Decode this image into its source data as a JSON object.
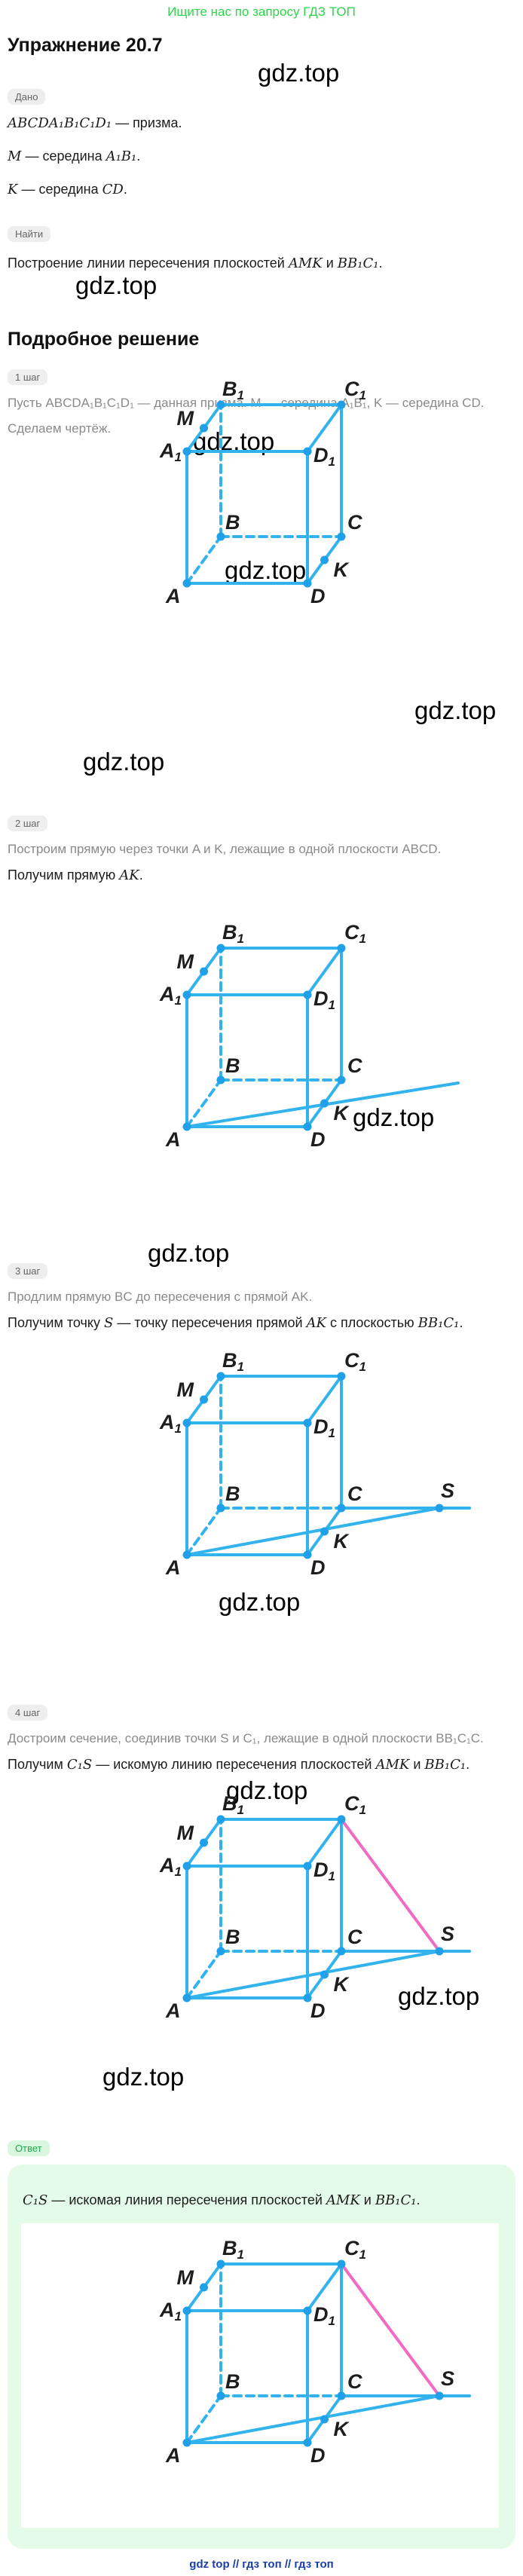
{
  "header": {
    "top_link": "Ищите нас по запросу ГДЗ ТОП",
    "title": "Упражнение 20.7"
  },
  "watermark": "gdz.top",
  "given": {
    "label": "Дано",
    "line1_math": "ABCDA₁B₁C₁D₁",
    "line1_text": " — призма.",
    "line2_math": "M",
    "line2_text": " — середина ",
    "line2_math2": "A₁B₁",
    "line2_end": ".",
    "line3_math": "K",
    "line3_text": " — середина ",
    "line3_math2": "CD",
    "line3_end": "."
  },
  "find": {
    "label": "Найти",
    "text": "Построение линии пересечения плоскостей ",
    "math1": "AMK",
    "and": " и ",
    "math2": "BB₁C₁",
    "end": "."
  },
  "solution_title": "Подробное решение",
  "steps": [
    {
      "label": "1 шаг",
      "gray_line1": "Пусть ABCDA₁B₁C₁D₁ — данная призма. M — середина A₁B₁, K — середина CD.",
      "gray_line2": "Сделаем чертёж."
    },
    {
      "label": "2 шаг",
      "gray_line1": "Построим прямую через точки A и K, лежащие в одной плоскости ABCD.",
      "text_prefix": "Получим прямую ",
      "text_math": "AK",
      "text_end": "."
    },
    {
      "label": "3 шаг",
      "gray_line1": "Продлим прямую BC до пересечения с прямой AK.",
      "text_prefix": "Получим точку ",
      "text_math": "S",
      "text_mid": " — точку пересечения прямой ",
      "text_math2": "AK",
      "text_mid2": " с плоскостью ",
      "text_math3": "BB₁C₁",
      "text_end": "."
    },
    {
      "label": "4 шаг",
      "gray_line1": "Достроим сечение, соединив точки S и C₁, лежащие в одной плоскости BB₁C₁C.",
      "text_math": "C₁S",
      "text_mid": " — искомую линию пересечения плоскостей ",
      "text_prefix": "Получим ",
      "text_math2": "AMK",
      "text_and": " и ",
      "text_math3": "BB₁C₁",
      "text_end": "."
    }
  ],
  "answer": {
    "label": "Ответ",
    "math": "C₁S",
    "text": " — искомая линия пересечения плоскостей ",
    "math2": "AMK",
    "and": " и ",
    "math3": "BB₁C₁",
    "end": "."
  },
  "figure_labels": {
    "A": "A",
    "B": "B",
    "C": "C",
    "D": "D",
    "A1": "A",
    "B1": "B",
    "C1": "C",
    "D1": "D",
    "M": "M",
    "K": "K",
    "S": "S",
    "sub": "1"
  },
  "colors": {
    "line": "#33b3ee",
    "dot": "#1fa0e8",
    "section": "#f06cc3",
    "text": "#1d1d1d"
  },
  "footer": "gdz top  //  гдз топ  //  гдз топ"
}
